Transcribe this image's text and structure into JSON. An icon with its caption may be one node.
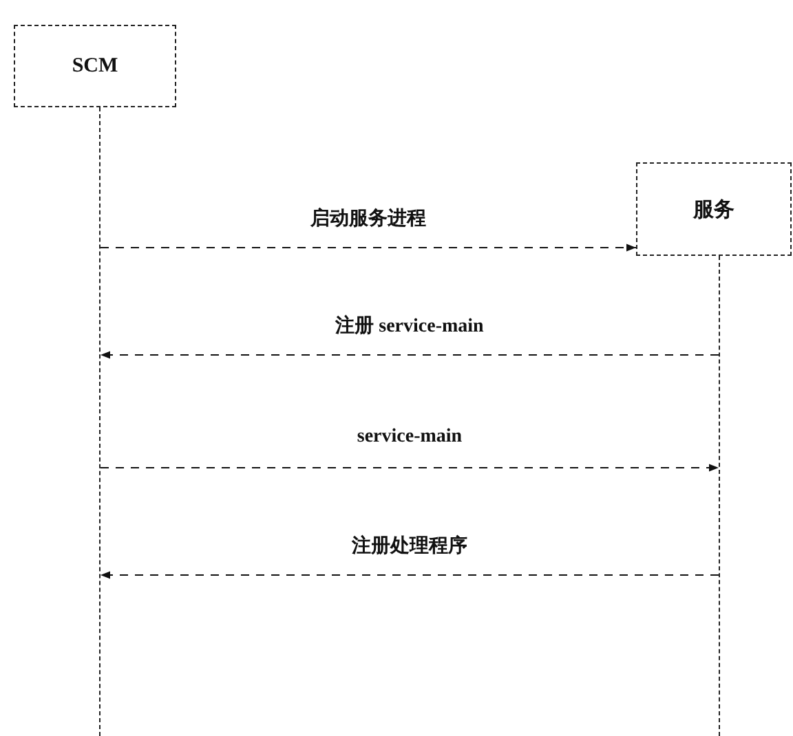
{
  "diagram": {
    "nodes": [
      {
        "text": [
          "SCM"
        ]
      },
      {
        "text": [],
        "shape": "line"
      },
      {
        "text": [
          "服务"
        ]
      },
      {
        "text": [],
        "shape": "line"
      }
    ],
    "edges": [
      {
        "from": 1,
        "to": 2,
        "arrow": "to",
        "label": "启动服务进程",
        "style": "dashed"
      },
      {
        "from": 3,
        "to": 1,
        "arrow": "to",
        "label": "注册 service-main",
        "style": "dashed"
      },
      {
        "from": 1,
        "to": 3,
        "arrow": "to",
        "label": "service-main",
        "style": "dashed"
      },
      {
        "from": 3,
        "to": 1,
        "arrow": "to",
        "label": "注册处理程序",
        "style": "dashed"
      }
    ]
  }
}
